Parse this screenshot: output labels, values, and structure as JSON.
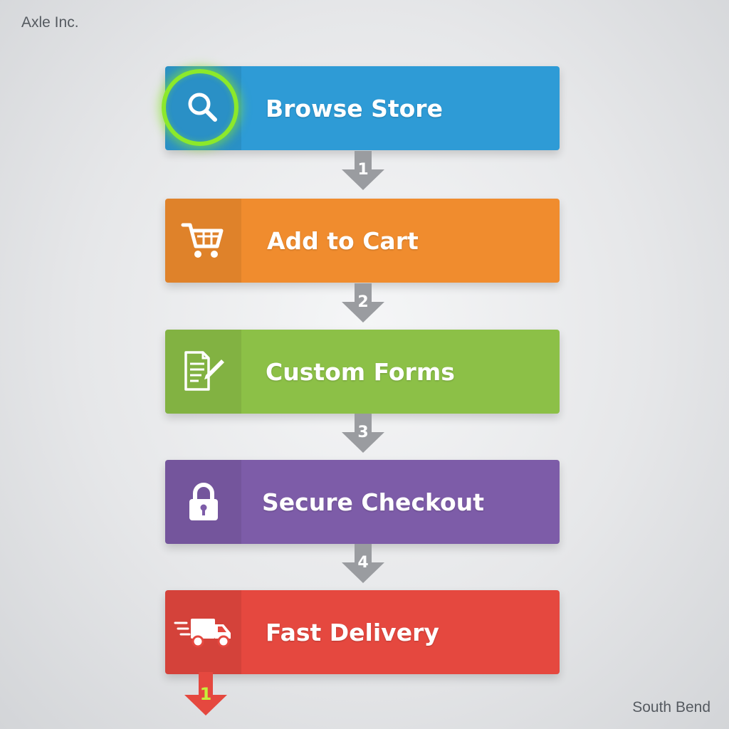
{
  "brand": "Axle Inc.",
  "location": "South Bend",
  "steps": [
    {
      "label": "Browse Store",
      "icon": "search-icon",
      "color": "#2e9bd6"
    },
    {
      "label": "Add to Cart",
      "icon": "cart-icon",
      "color": "#f08c2e"
    },
    {
      "label": "Custom Forms",
      "icon": "form-edit-icon",
      "color": "#8cc047"
    },
    {
      "label": "Secure Checkout",
      "icon": "lock-icon",
      "color": "#7d5ca8"
    },
    {
      "label": "Fast Delivery",
      "icon": "truck-icon",
      "color": "#e5483f"
    }
  ],
  "connectors": [
    "1",
    "2",
    "3",
    "4"
  ],
  "end_marker": "1",
  "colors": {
    "connector": "#9a9ca0",
    "end_arrow": "#e5483f",
    "highlight": "#8ce92b"
  }
}
